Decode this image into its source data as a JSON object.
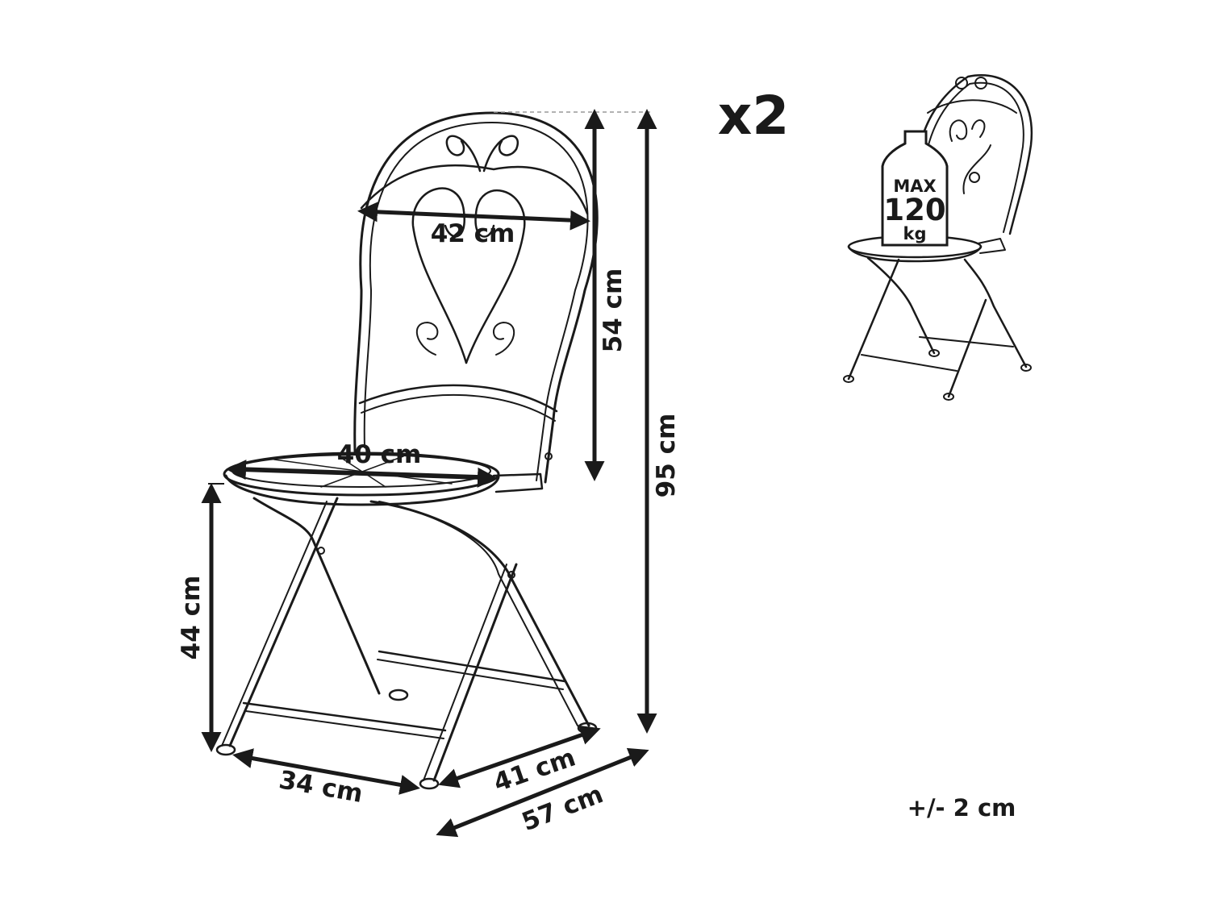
{
  "quantity_label": "x2",
  "tolerance_label": "+/- 2 cm",
  "weight_badge": {
    "line1": "MAX",
    "line2": "120",
    "line3": "kg"
  },
  "dimensions": {
    "backrest_width": "42 cm",
    "seat_diameter": "40 cm",
    "backrest_height": "54 cm",
    "total_height": "95 cm",
    "seat_height": "44 cm",
    "front_width": "34 cm",
    "side_depth": "41 cm",
    "total_depth": "57 cm"
  },
  "colors": {
    "line": "#1a1a1a",
    "background": "#ffffff"
  }
}
